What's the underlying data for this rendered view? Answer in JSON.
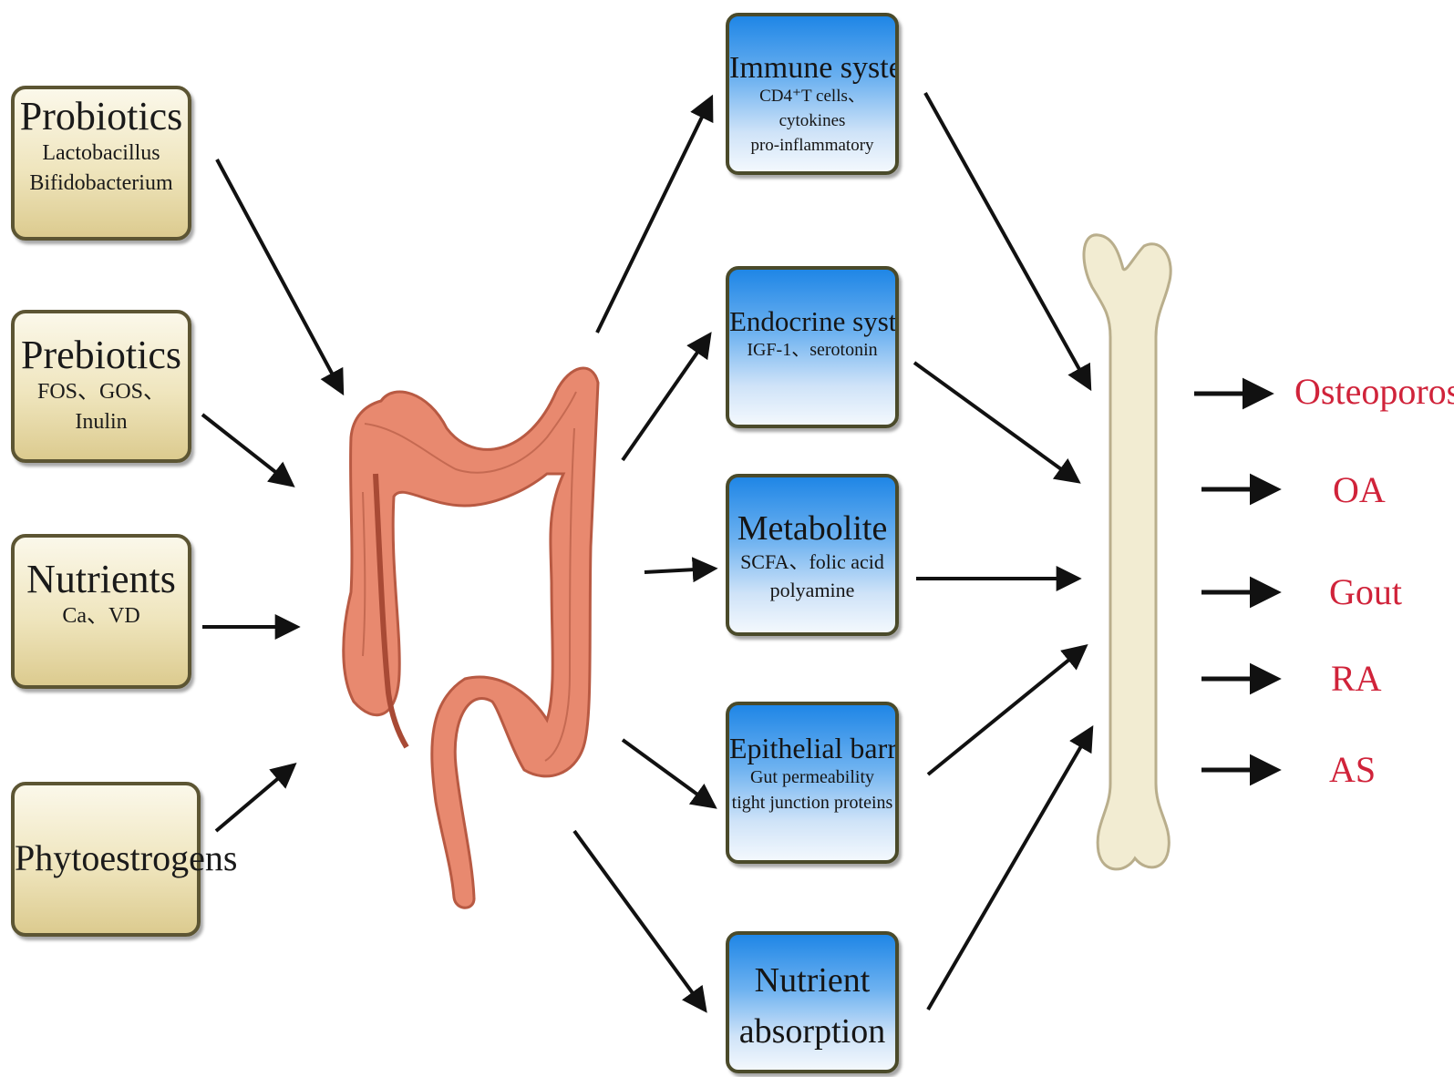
{
  "inputs": [
    {
      "title": "Probiotics",
      "sub": [
        "Lactobacillus",
        "Bifidobacterium"
      ]
    },
    {
      "title": "Prebiotics",
      "sub": [
        "FOS、GOS、Inulin"
      ]
    },
    {
      "title": "Nutrients",
      "sub": [
        "Ca、VD"
      ]
    },
    {
      "title": "Phytoestrogens",
      "sub": []
    }
  ],
  "mechanisms": [
    {
      "title": "Immune system",
      "sub": [
        "CD4⁺T cells、cytokines",
        "pro-inflammatory"
      ]
    },
    {
      "title": "Endocrine system",
      "sub": [
        "IGF-1、serotonin"
      ]
    },
    {
      "title": "Metabolite",
      "sub": [
        "SCFA、folic acid",
        "polyamine"
      ]
    },
    {
      "title": "Epithelial barrier",
      "sub": [
        "Gut permeability",
        "tight junction proteins"
      ]
    },
    {
      "title": "Nutrient",
      "sub": [
        "absorption"
      ]
    }
  ],
  "outcomes": [
    "Osteoporosis",
    "OA",
    "Gout",
    "RA",
    "AS"
  ],
  "colors": {
    "input_fill": "#efe5bd",
    "mechanism_fill": "#4da3ee",
    "gut": "#e8896f",
    "bone": "#f2ecd2",
    "outcome_text": "#d0233a"
  },
  "icons": [
    "large-intestine-icon",
    "bone-icon"
  ]
}
